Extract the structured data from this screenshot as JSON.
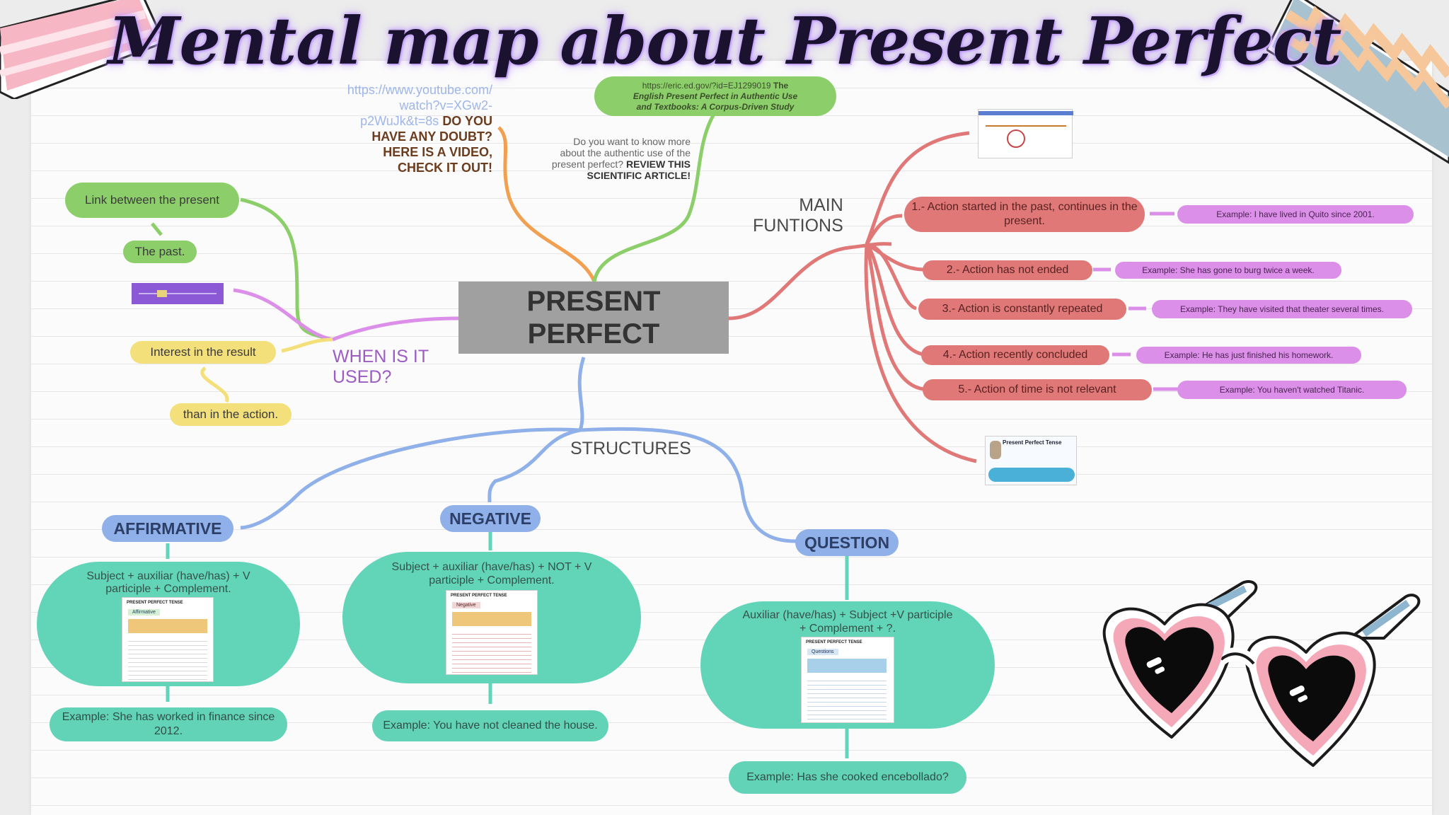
{
  "title": "Mental map about Present Perfect",
  "center": {
    "line1": "PRESENT",
    "line2": "PERFECT"
  },
  "branches": {
    "when": {
      "line1": "WHEN IS IT",
      "line2": "USED?"
    },
    "main": {
      "line1": "MAIN",
      "line2": "FUNTIONS"
    },
    "structures": "STRUCTURES"
  },
  "when_items": {
    "link": "Link between the present",
    "past": "The past.",
    "interest": "Interest in the result",
    "than": "than in the action."
  },
  "video": {
    "url_line1": "https://www.youtube.com/",
    "url_line2": "watch?v=XGw2-",
    "url_line3": "p2WuJk&t=8s",
    "text1": "DO YOU",
    "text2": "HAVE ANY DOUBT?",
    "text3": "HERE IS A VIDEO,",
    "text4": "CHECK IT OUT!"
  },
  "article": {
    "pill_url": "https://eric.ed.gov/?id=EJ1299019",
    "pill_title1": "The",
    "pill_title2": "English Present Perfect in Authentic Use",
    "pill_title3": "and Textbooks: A Corpus-Driven Study",
    "q1": "Do you want to know more",
    "q2": "about the authentic use of the",
    "q3": "present perfect?",
    "q3b": "REVIEW THIS",
    "q4": "SCIENTIFIC ARTICLE!"
  },
  "functions": [
    {
      "label": "1.- Action started in the past, continues in the present.",
      "example": "Example: I have lived in Quito since 2001."
    },
    {
      "label": "2.- Action has not ended",
      "example": "Example: She has gone to burg twice a week."
    },
    {
      "label": "3.- Action is constantly repeated",
      "example": "Example: They have visited that theater several times."
    },
    {
      "label": "4.- Action recently concluded",
      "example": "Example: He has just finished his homework."
    },
    {
      "label": "5.- Action of time is not relevant",
      "example": "Example: You haven't watched Titanic."
    }
  ],
  "structures": {
    "affirmative": {
      "label": "AFFIRMATIVE",
      "formula": "Subject + auxiliar (have/has) + V participle + Complement.",
      "example": "Example: She has worked in finance since 2012."
    },
    "negative": {
      "label": "NEGATIVE",
      "formula": "Subject + auxiliar (have/has) + NOT + V participle + Complement.",
      "example": "Example: You have not cleaned the house."
    },
    "question": {
      "label": "QUESTION",
      "formula": "Auxiliar (have/has) + Subject +V participle + Complement + ?.",
      "example": "Example: Has she cooked encebollado?"
    }
  },
  "thumbs": {
    "tense_card": "Present Perfect Tense",
    "chart_title": "PRESENT PERFECT TENSE",
    "affirmative_tag": "Affirmative",
    "negative_tag": "Negative",
    "question_tag": "Questions"
  },
  "colors": {
    "purple_glow": "#c8a6ff",
    "green": "#8ccf6a",
    "orange": "#f0a050",
    "red": "#e07878",
    "violet": "#dc8fe8",
    "blue": "#8fb0e8",
    "teal": "#62d4b8",
    "yellow": "#f4e07a"
  },
  "icons": [
    "washi-tape-pink-icon",
    "washi-tape-stripe-icon",
    "heart-sunglasses-icon"
  ]
}
